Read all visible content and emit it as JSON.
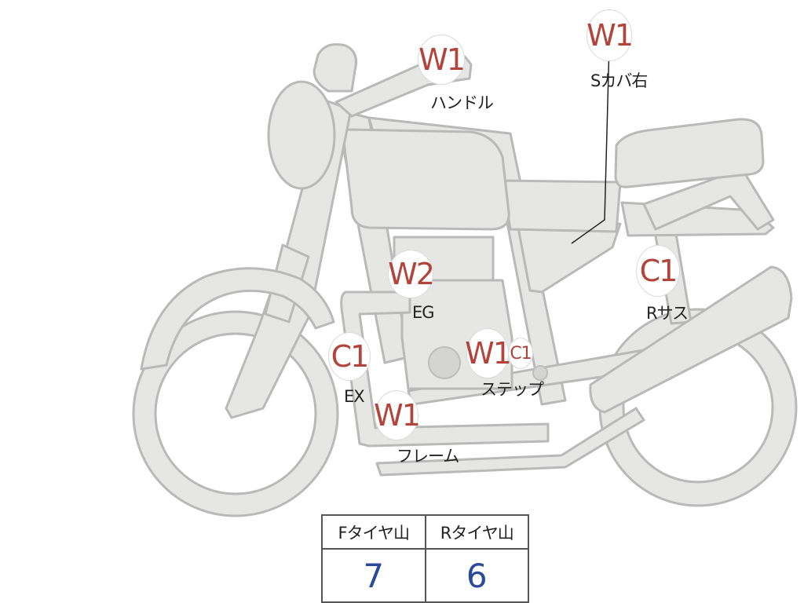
{
  "inspection_marks": [
    {
      "code": "W1",
      "part": "ハンドル"
    },
    {
      "code": "W1",
      "part": "Sカバ右"
    },
    {
      "code": "W2",
      "part": "EG"
    },
    {
      "code": "C1",
      "part": "Rサス"
    },
    {
      "code": "C1",
      "part": "EX"
    },
    {
      "code": "W1",
      "part": ""
    },
    {
      "code": "C1",
      "part": "ステップ"
    },
    {
      "code": "W1",
      "part": "フレーム"
    }
  ],
  "tread_table": {
    "headers": [
      "Fタイヤ山",
      "Rタイヤ山"
    ],
    "values": [
      "7",
      "6"
    ]
  },
  "colors": {
    "body_fill": "#e6e6e4",
    "outline": "#b9b9b9",
    "mark_text": "#b2443c",
    "value_text": "#2a4a9a"
  }
}
